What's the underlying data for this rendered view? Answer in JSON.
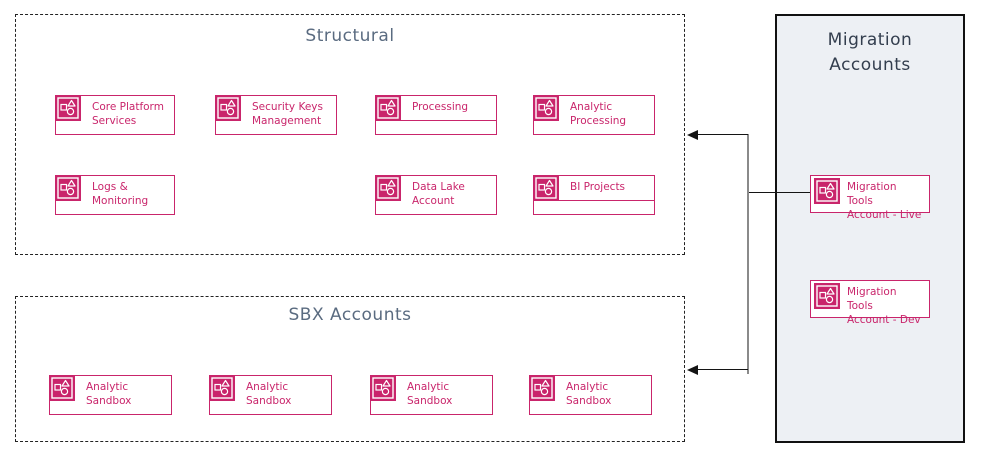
{
  "colors": {
    "accent": "#C9256B",
    "container_title": "#5A6B80",
    "panel_title": "#333E4E",
    "panel_bg": "#EDF0F4",
    "edge_black": "#141414",
    "edge_gray": "#8A8A8A"
  },
  "icons": {
    "account": "aws-account-resource-icon"
  },
  "containers": {
    "structural": {
      "title": "Structural",
      "accounts": [
        {
          "label": "Core Platform\nServices"
        },
        {
          "label": "Security Keys\nManagement"
        },
        {
          "label": "Processing"
        },
        {
          "label": "Analytic\nProcessing"
        },
        {
          "label": "Logs &\nMonitoring"
        },
        {
          "label": "Data Lake\nAccount"
        },
        {
          "label": "BI Projects"
        }
      ]
    },
    "sbx": {
      "title": "SBX Accounts",
      "accounts": [
        {
          "label": "Analytic\nSandbox"
        },
        {
          "label": "Analytic\nSandbox"
        },
        {
          "label": "Analytic\nSandbox"
        },
        {
          "label": "Analytic\nSandbox"
        }
      ]
    },
    "migration": {
      "title": "Migration\nAccounts",
      "accounts": [
        {
          "label": "Migration Tools\nAccount - Live"
        },
        {
          "label": "Migration Tools\nAccount - Dev"
        }
      ]
    }
  },
  "connectors": [
    {
      "from": "migration-tools-account-live",
      "to": "structural-container",
      "arrow": "into-left-side"
    },
    {
      "from": "migration-tools-account-live",
      "to": "sbx-container",
      "arrow": "into-left-side"
    }
  ]
}
